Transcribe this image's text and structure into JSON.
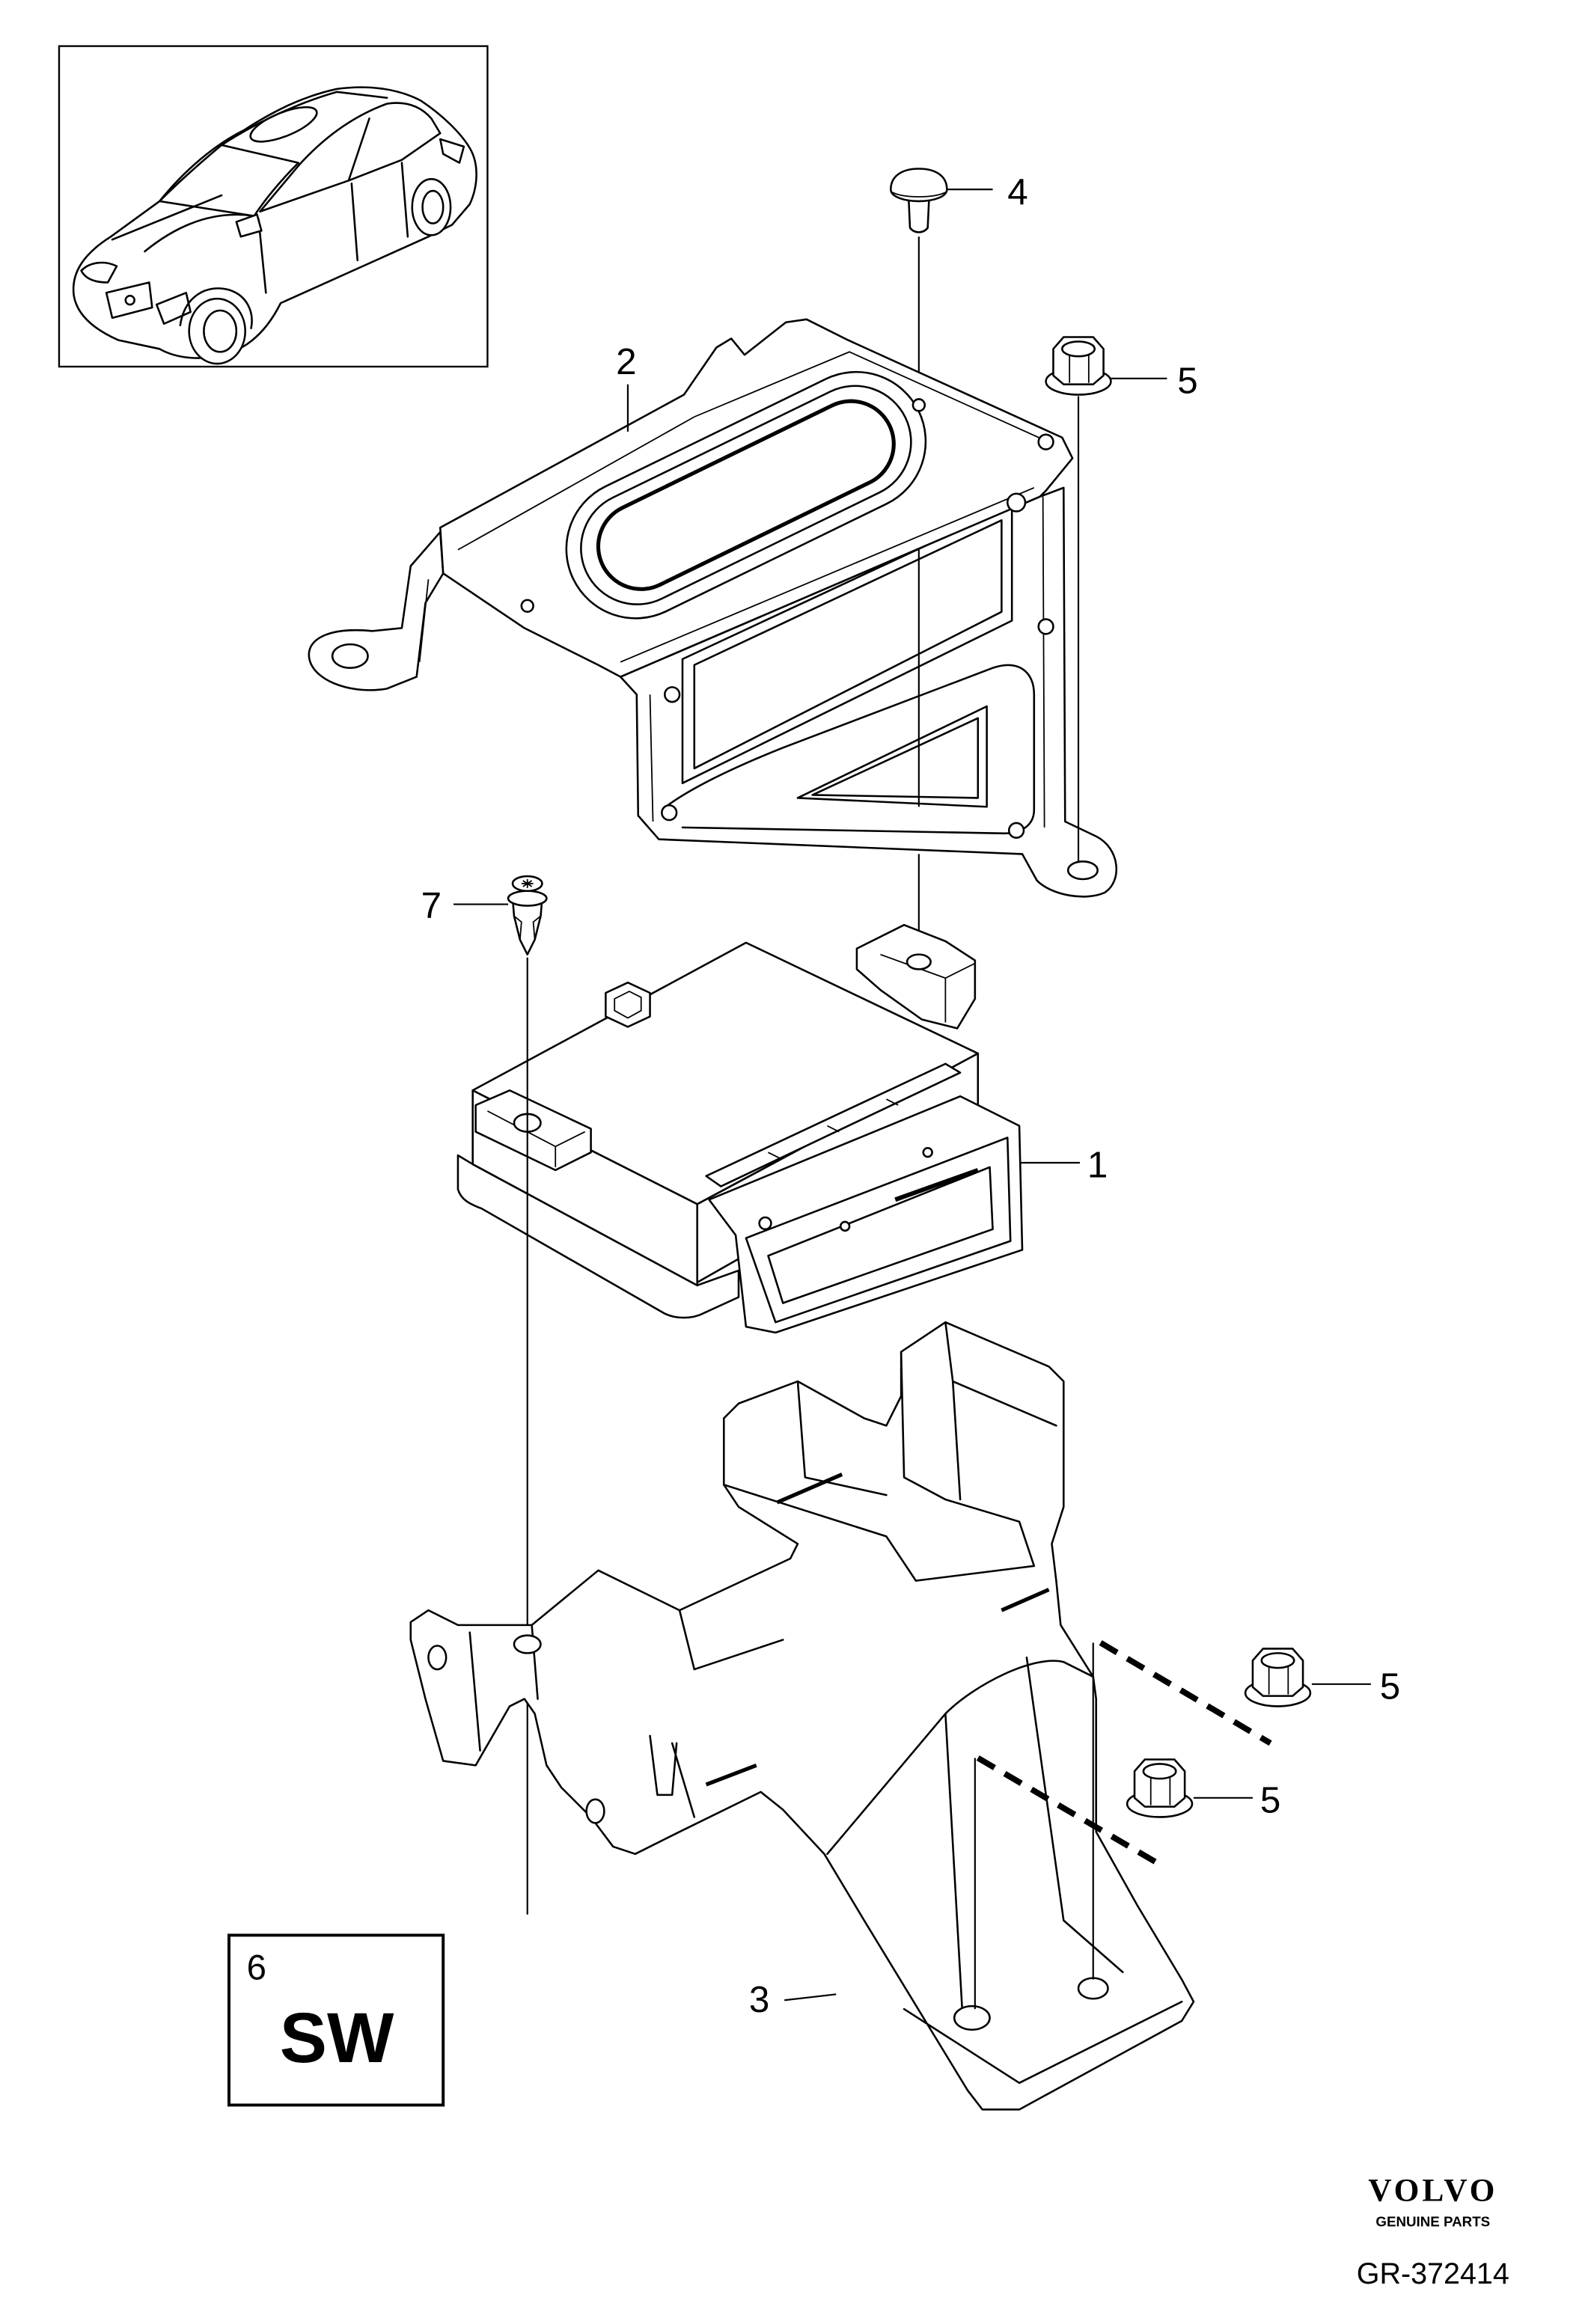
{
  "callouts": {
    "part_4": "4",
    "part_2": "2",
    "part_5_upper": "5",
    "part_7": "7",
    "part_1": "1",
    "part_5_right": "5",
    "part_5_lower": "5",
    "part_3": "3"
  },
  "kit_box": {
    "number": "6",
    "code": "SW"
  },
  "brand": {
    "logo_text": "VOLVO",
    "tagline": "GENUINE PARTS"
  },
  "diagram_id": "GR-372414"
}
